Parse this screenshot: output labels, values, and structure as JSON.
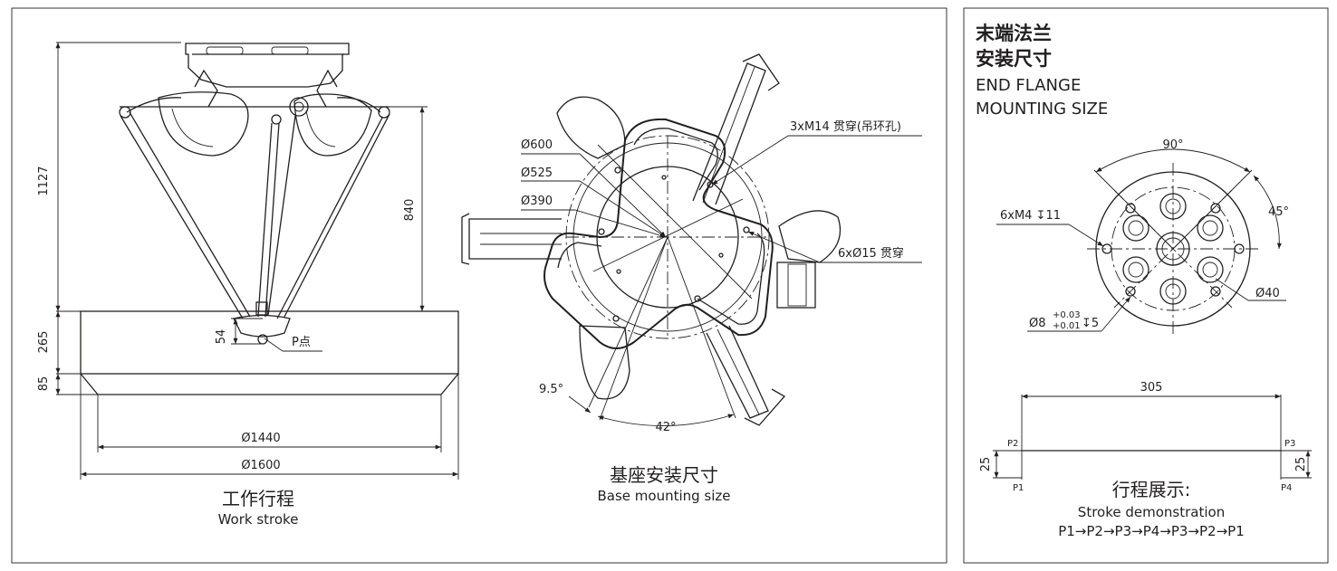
{
  "work_stroke": {
    "title_cn": "工作行程",
    "title_en": "Work stroke",
    "dim_1127": "1127",
    "dim_840": "840",
    "dim_265": "265",
    "dim_85": "85",
    "dim_54": "54",
    "p_point": "P点",
    "dia_1440": "Ø1440",
    "dia_1600": "Ø1600"
  },
  "base_mounting": {
    "title_cn": "基座安装尺寸",
    "title_en": "Base mounting size",
    "dia_600": "Ø600",
    "dia_525": "Ø525",
    "dia_390": "Ø390",
    "holes_m14": "3xM14 贯穿(吊环孔)",
    "holes_15": "6xØ15 贯穿",
    "angle_9_5": "9.5°",
    "angle_42": "42°"
  },
  "end_flange": {
    "title_cn_1": "末端法兰",
    "title_cn_2": "安装尺寸",
    "title_en_1": "END FLANGE",
    "title_en_2": "MOUNTING SIZE",
    "angle_90": "90°",
    "angle_45": "45°",
    "holes_m4": "6xM4 ↧11",
    "dia_40": "Ø40",
    "pin_dia": "Ø8",
    "pin_tol_upper": "+0.03",
    "pin_tol_lower": "+0.01",
    "pin_depth": "↧5"
  },
  "stroke_demo": {
    "dim_305": "305",
    "dim_25_left": "25",
    "dim_25_right": "25",
    "p1": "P1",
    "p2": "P2",
    "p3": "P3",
    "p4": "P4",
    "title_cn": "行程展示:",
    "title_en": "Stroke demonstration",
    "sequence": "P1→P2→P3→P4→P3→P2→P1"
  }
}
